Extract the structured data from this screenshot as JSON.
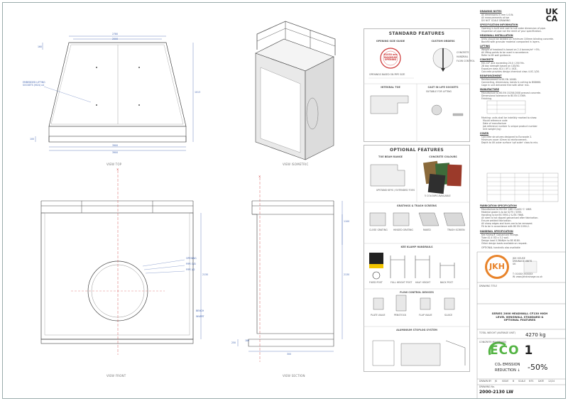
{
  "views": {
    "top": "VIEW TOP",
    "isometric": "VIEW ISOMETRIC",
    "front": "VIEW FRONT",
    "section": "VIEW SECTION"
  },
  "dims": {
    "top_width": "2780",
    "top_inner": "2000",
    "top_depth": "1013",
    "top_left": "160",
    "top_bottom": "3900",
    "top_bottom2": "3900",
    "top_side": "100",
    "front_height": "2130",
    "section_height": "1100",
    "section_w": "180",
    "section_bottom": "300",
    "section_left": "250",
    "pipe_opening": "OPENING",
    "pipe_invert": "INVERT",
    "bench": "BENCH",
    "pipe_callout": "PIPE O/D",
    "pipe_id": "PIPE I/D",
    "anchor_note": "EMBEDDED LIFTING SOCKETS (M24) x4"
  },
  "standard": {
    "title": "STANDARD FEATURES",
    "opening_guide": "OPENING SIZE GUIDE",
    "opening_circle": "Ø1050 mm MAXIMUM OPENING",
    "opening_note": "OPENINGS BASED ON PIPE SIZE",
    "custom_orders": "CUSTOM ORDERS",
    "custom_list": [
      "CONCRETE",
      "HANDRAIL",
      "FLOW CONTROL"
    ],
    "integral_toe": "INTEGRAL TOE",
    "cast_in_sockets": "CAST IN LIFE SOCKETS",
    "sockets_note": "SUITABLE FOR LIFTING"
  },
  "optional": {
    "title": "OPTIONAL FEATURES",
    "toe_beam": "TOE BEAM RANGE",
    "concrete_colours": "CONCRETE COLOURS",
    "toe_note": "UPSTAND KEYS / EXTENDED TOES",
    "colours_note": "5 COLOURS AVAILABLE",
    "gratings": "GRATINGS & TRASH SCREENS",
    "gratings_items": [
      "CLOSE GRATING",
      "HINGED GRATING",
      "RAKED",
      "TRASH SCREEN"
    ],
    "kee": "KEE KLAMP HANDRAILS",
    "kee_items": [
      "FIXED POST",
      "FULL HEIGHT POST",
      "HALF HEIGHT",
      "BACK POST"
    ],
    "flow": "FLOW CONTROL DEVICES",
    "flow_items": [
      "PLATE VALVE",
      "PENSTOCK",
      "FLAP VALVE",
      "SLUICE"
    ],
    "stoplog": "ALUMINIUM STOPLOG SYSTEM"
  },
  "notes": {
    "drawing_notes": "DRAWING NOTES",
    "drawing_notes_lines": [
      "All dimensions in mm U.O.N.",
      "All measurements at toe",
      "DO NOT SCALE DRAWING"
    ],
    "spec_info": "SPECIFICATION INFORMATION",
    "spec_lines": [
      "Opening is built and cast to suit order dimension of pipe.",
      "Inspection of pipe not the remit of your specification."
    ],
    "install": "HEADWALL INSTALLATION",
    "install_lines": [
      "Units should be bedded on minimum 100mm blinding concrete.",
      "Backfill with granular material compacted in layers."
    ],
    "lifting": "LIFTING",
    "lifting_lines": [
      "Weight of headwall is based on 2.4 tonnes/m³ +5%.",
      "All lifting points to be used in accordance.",
      "Refer to lift wall guidance."
    ],
    "concrete": "CONCRETE",
    "concrete_lines": [
      "Min 40° and exceeding 20.0 / 250 Mn.",
      "28 day strength based on C40/50.",
      "Exposure class XC4 / XF1 / XD1.",
      "Concrete provides design chemical class 4.0C.1/20."
    ],
    "reinforcement": "REINFORCEMENT",
    "reinforcement_lines": [
      "Reinforcement to BS EN 10080.",
      "Connecting, dimensions, bends & cutting to BS8666.",
      "Cage in unit delivered free with other mix."
    ],
    "manufacture": "MANUFACTURE",
    "manufacture_lines": [
      "Manufacture to BS EN 15258:2008 precast concrete.",
      "Dimensional tolerance to BS EN 13369.",
      "Finishing."
    ],
    "marking_lines": [
      "Marking: units shall be indelibly marked to show:",
      "Mould reference code",
      "Date of manufacture",
      "Job reference number & unique product number",
      "Unit weight (kg)"
    ],
    "cover": "COVER",
    "cover_lines": [
      "Concrete structures designed to Eurocode 2.",
      "Minimum cover 40mm to reinforcement.",
      "Depth to UK outer surface 'upf outer' class to mix."
    ],
    "fabrication": "FABRICATION SPECIFICATION",
    "fabrication_lines": [
      "Manufacture to EN ISO 1461 CLASS 'C' 4MM.",
      "Material grade is to be S275 / S355.",
      "Handling to be BS 5950-2 & BS 7668.",
      "All steel is hot dipped galvanised after fabrication.",
      "Ensure welded fabrication.",
      "All sharp edges and burrs are to be removed.",
      "Fit to be in accordance with BS EN 1090-2."
    ],
    "handrail": "HANDRAIL SPECIFICATION",
    "handrail_lines": [
      "Kee Klamp® Galvanised Fittings.",
      "Tube 42.4 OD x 3.2 wall.",
      "Design load 0.36kN/m to BS 6180.",
      "Other design loads available on request."
    ],
    "handrail_note": "OPTIONAL handrails also available"
  },
  "titleblock": {
    "ukca_1": "UK",
    "ukca_2": "CA",
    "company": "JKH",
    "address_lines": [
      "JKH HOUSE",
      "DRAINAGE UNITS",
      "UK"
    ],
    "contact_lines": [
      "T: 01XXX XXXXXX",
      "W: www.jkhdrainage.co.uk"
    ],
    "drawing_title_label": "DRAWING TITLE",
    "drawing_title": "SERIES 2000 HEADWALL CF130 HIGH LEVEL WINGWALL STANDARD & OPTIONAL FEATURES",
    "weight_label": "TOTAL WEIGHT (AVERAGE UNIT)",
    "weight_value": "4270 kg",
    "mix_label": "CONCRETE MIX DESIGN",
    "eco_word": "ECO",
    "eco_num": "1",
    "eco_line1": "CO₂ EMISSION",
    "eco_line2": "REDUCTION ↓",
    "eco_pct": "-50%",
    "drawing_no_label": "DRAWING No.",
    "drawing_no": "2000-2130 LW",
    "row_labels": [
      "DRAWN BY",
      "ISSUE",
      "SCALE",
      "DATE"
    ],
    "row_values": [
      "JK",
      "B",
      "NTS",
      "12/24"
    ]
  }
}
